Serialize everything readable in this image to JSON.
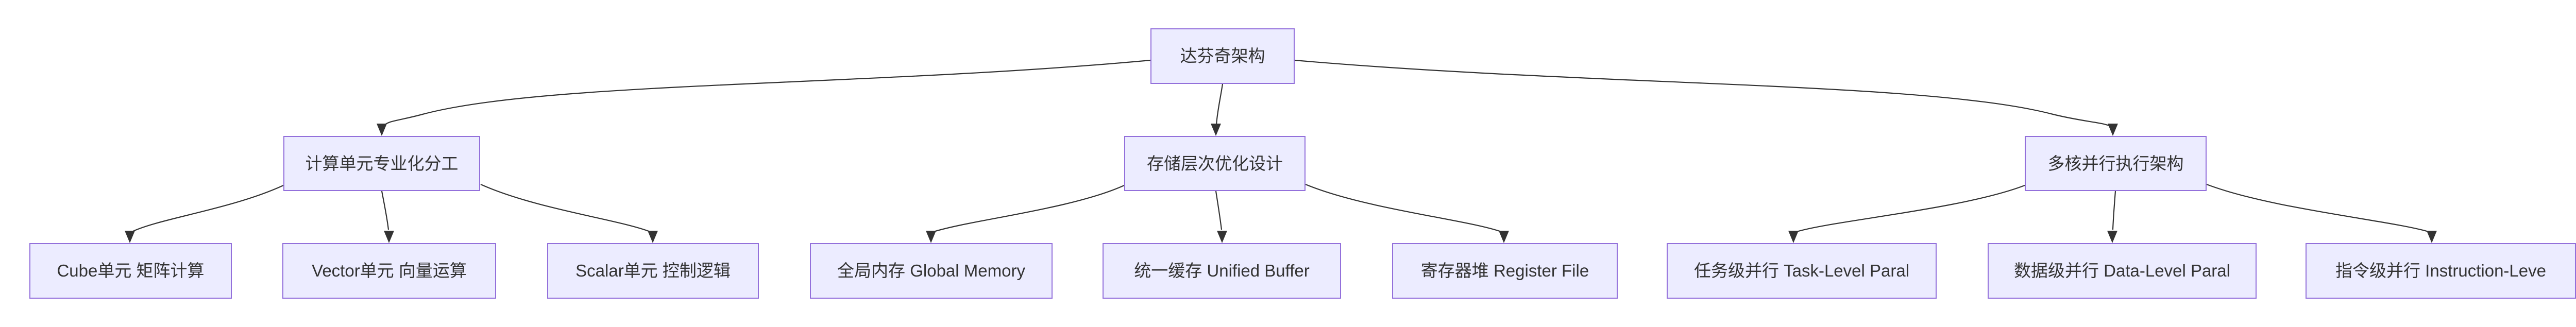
{
  "diagram": {
    "type": "flowchart-tree",
    "nodes": [
      {
        "id": "root",
        "label": "达芬奇架构"
      },
      {
        "id": "compute",
        "label": "计算单元专业化分工"
      },
      {
        "id": "storage",
        "label": "存储层次优化设计"
      },
      {
        "id": "multicore",
        "label": "多核并行执行架构"
      },
      {
        "id": "cube",
        "label": "Cube单元 矩阵计算"
      },
      {
        "id": "vector",
        "label": "Vector单元 向量运算"
      },
      {
        "id": "scalar",
        "label": "Scalar单元 控制逻辑"
      },
      {
        "id": "global-memory",
        "label": "全局内存 Global Memory"
      },
      {
        "id": "unified-buffer",
        "label": "统一缓存 Unified Buffer"
      },
      {
        "id": "register-file",
        "label": "寄存器堆 Register File"
      },
      {
        "id": "task-parallel",
        "label": "任务级并行 Task-Level Paral"
      },
      {
        "id": "data-parallel",
        "label": "数据级并行 Data-Level Paral"
      },
      {
        "id": "instruction-parallel",
        "label": "指令级并行 Instruction-Leve"
      }
    ],
    "edges": [
      {
        "from": "root",
        "to": "compute"
      },
      {
        "from": "root",
        "to": "storage"
      },
      {
        "from": "root",
        "to": "multicore"
      },
      {
        "from": "compute",
        "to": "cube"
      },
      {
        "from": "compute",
        "to": "vector"
      },
      {
        "from": "compute",
        "to": "scalar"
      },
      {
        "from": "storage",
        "to": "global-memory"
      },
      {
        "from": "storage",
        "to": "unified-buffer"
      },
      {
        "from": "storage",
        "to": "register-file"
      },
      {
        "from": "multicore",
        "to": "task-parallel"
      },
      {
        "from": "multicore",
        "to": "data-parallel"
      },
      {
        "from": "multicore",
        "to": "instruction-parallel"
      }
    ]
  },
  "colors": {
    "node-fill": "#ECECFF",
    "node-border": "#9370DB",
    "edge": "#333333",
    "text": "#333333",
    "background": "#FFFFFF"
  }
}
